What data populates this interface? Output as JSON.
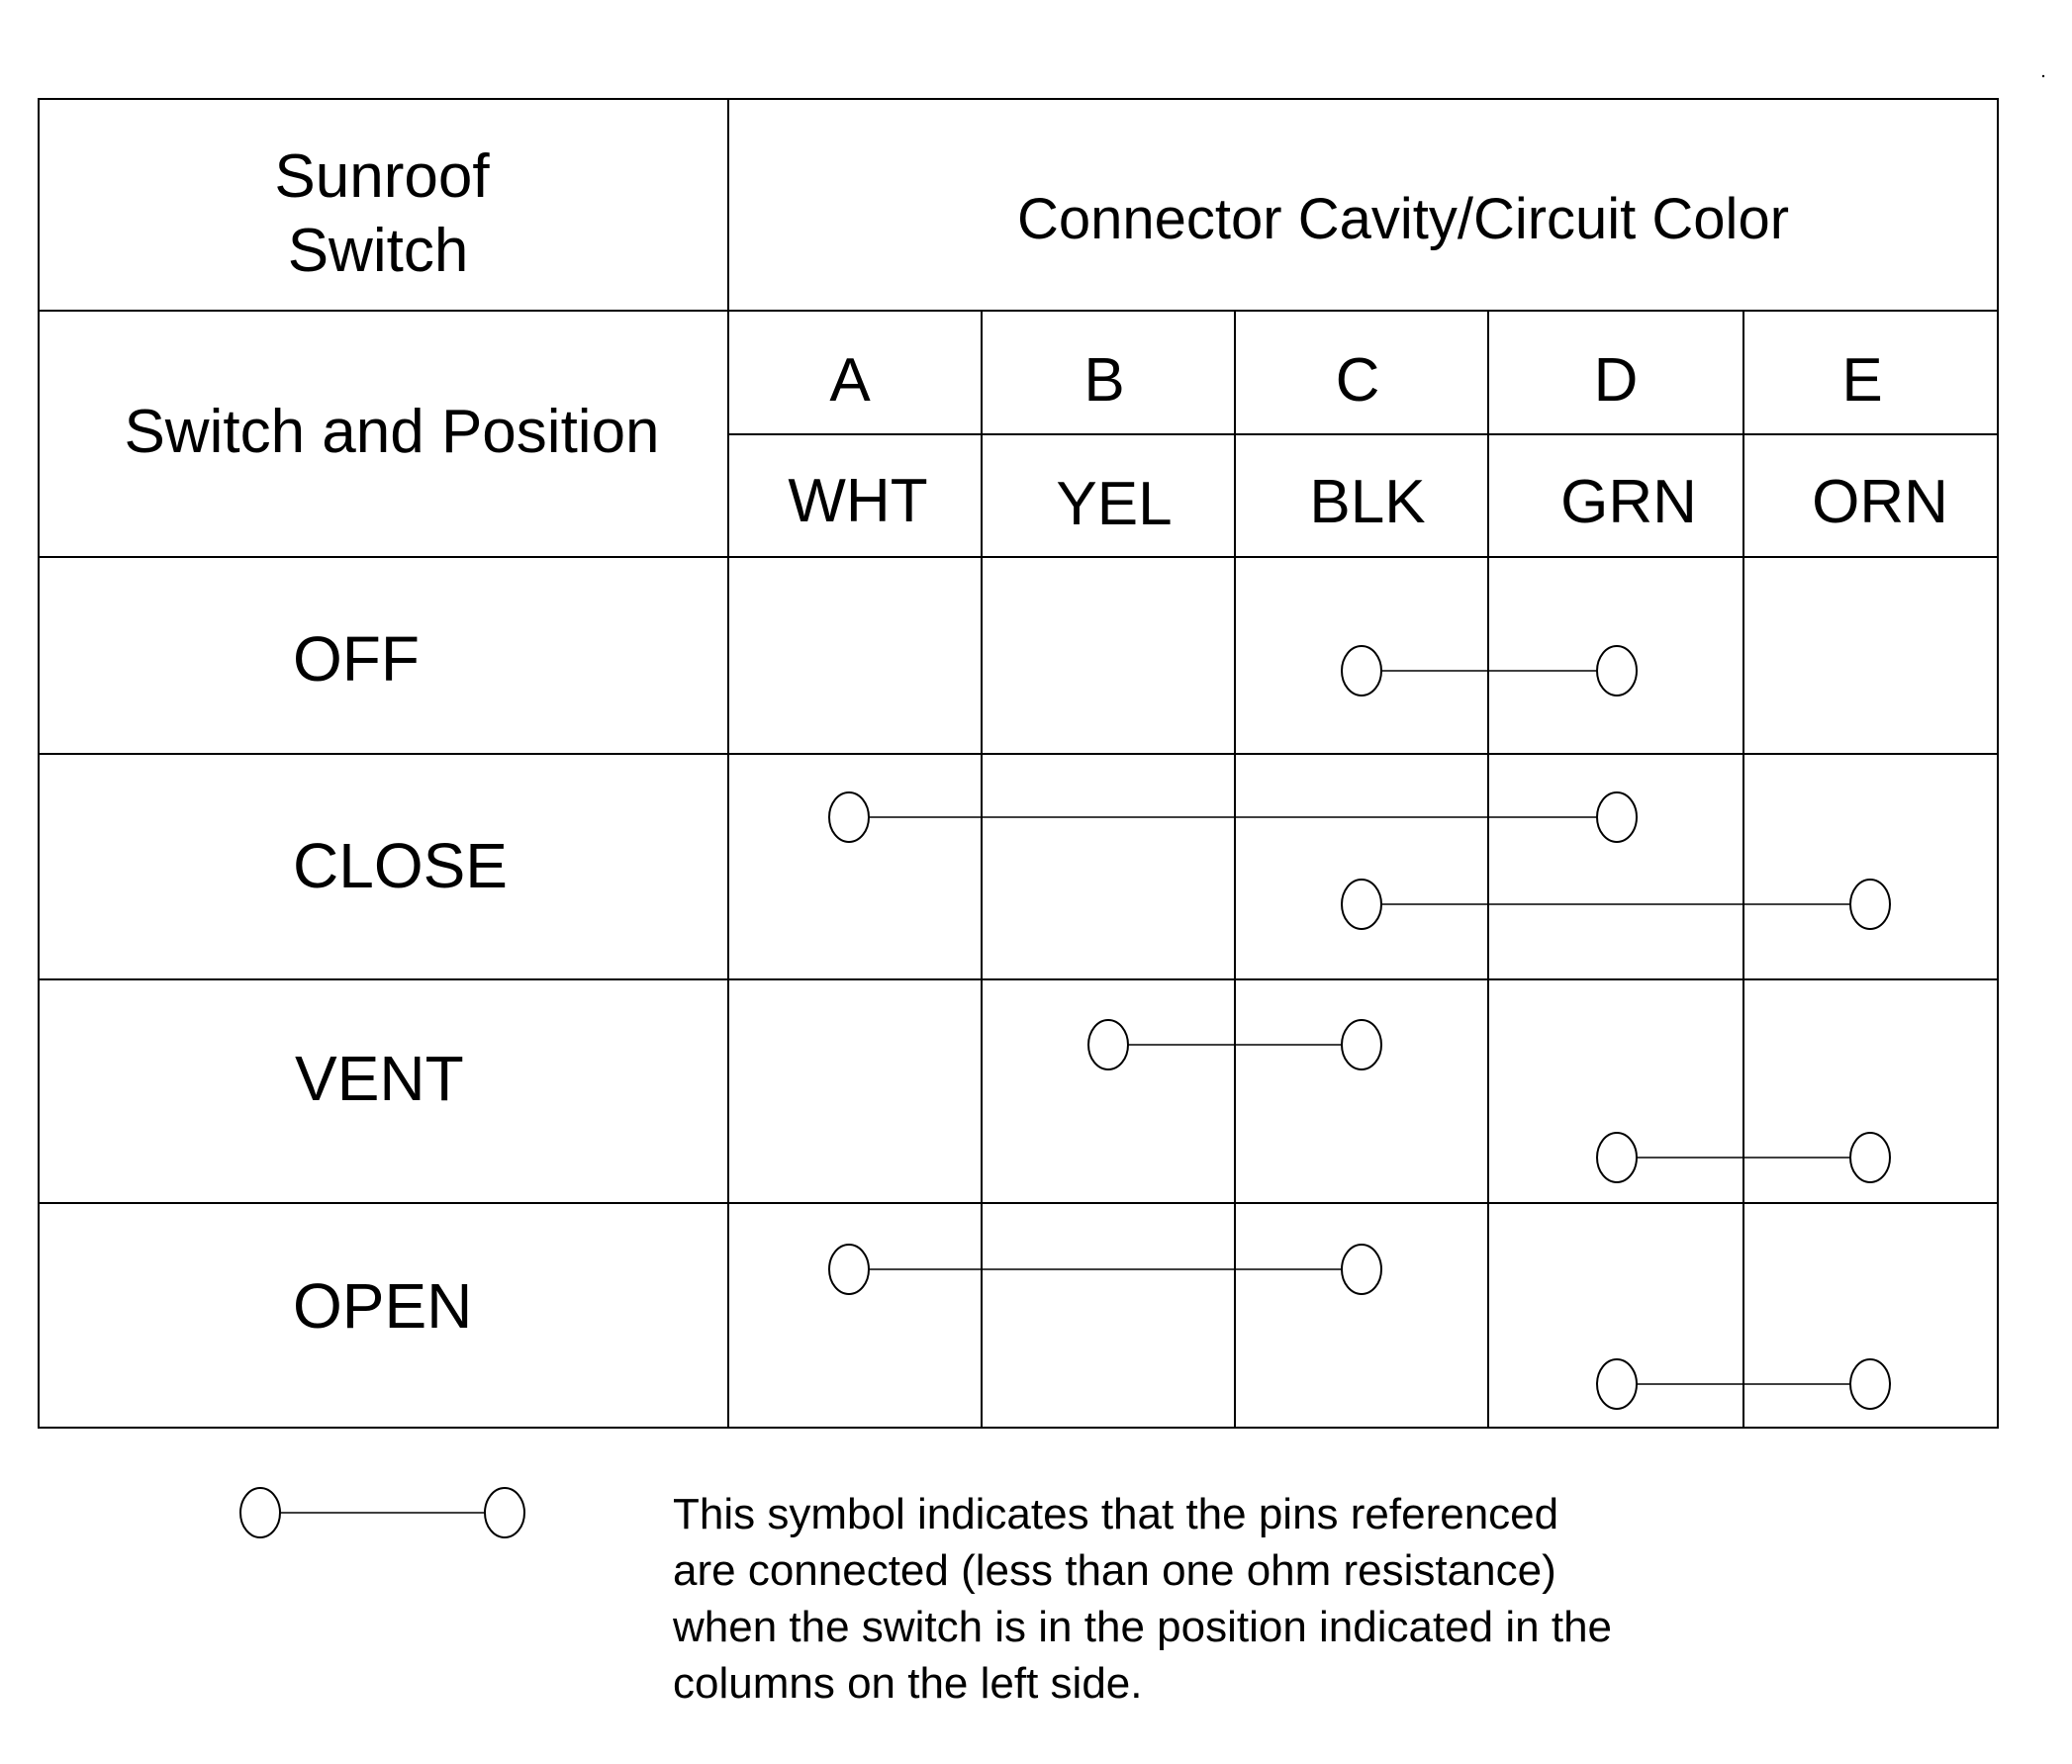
{
  "header": {
    "switch_title_line1": "Sunroof",
    "switch_title_line2": "Switch",
    "connector_title": "Connector Cavity/Circuit Color",
    "position_title": "Switch and Position"
  },
  "cavities": [
    {
      "letter": "A",
      "color": "WHT"
    },
    {
      "letter": "B",
      "color": "YEL"
    },
    {
      "letter": "C",
      "color": "BLK"
    },
    {
      "letter": "D",
      "color": "GRN"
    },
    {
      "letter": "E",
      "color": "ORN"
    }
  ],
  "positions": [
    {
      "label": "OFF",
      "connections": [
        [
          "C",
          "D"
        ]
      ]
    },
    {
      "label": "CLOSE",
      "connections": [
        [
          "A",
          "D"
        ],
        [
          "C",
          "E"
        ]
      ]
    },
    {
      "label": "VENT",
      "connections": [
        [
          "B",
          "C"
        ],
        [
          "D",
          "E"
        ]
      ]
    },
    {
      "label": "OPEN",
      "connections": [
        [
          "A",
          "C"
        ],
        [
          "D",
          "E"
        ]
      ]
    }
  ],
  "legend": {
    "symbol": "connected-pins-symbol",
    "lines": [
      "This symbol indicates that the pins referenced",
      "are connected (less than one ohm resistance)",
      "when the switch is in the position indicated in the",
      "columns on the left side."
    ]
  }
}
